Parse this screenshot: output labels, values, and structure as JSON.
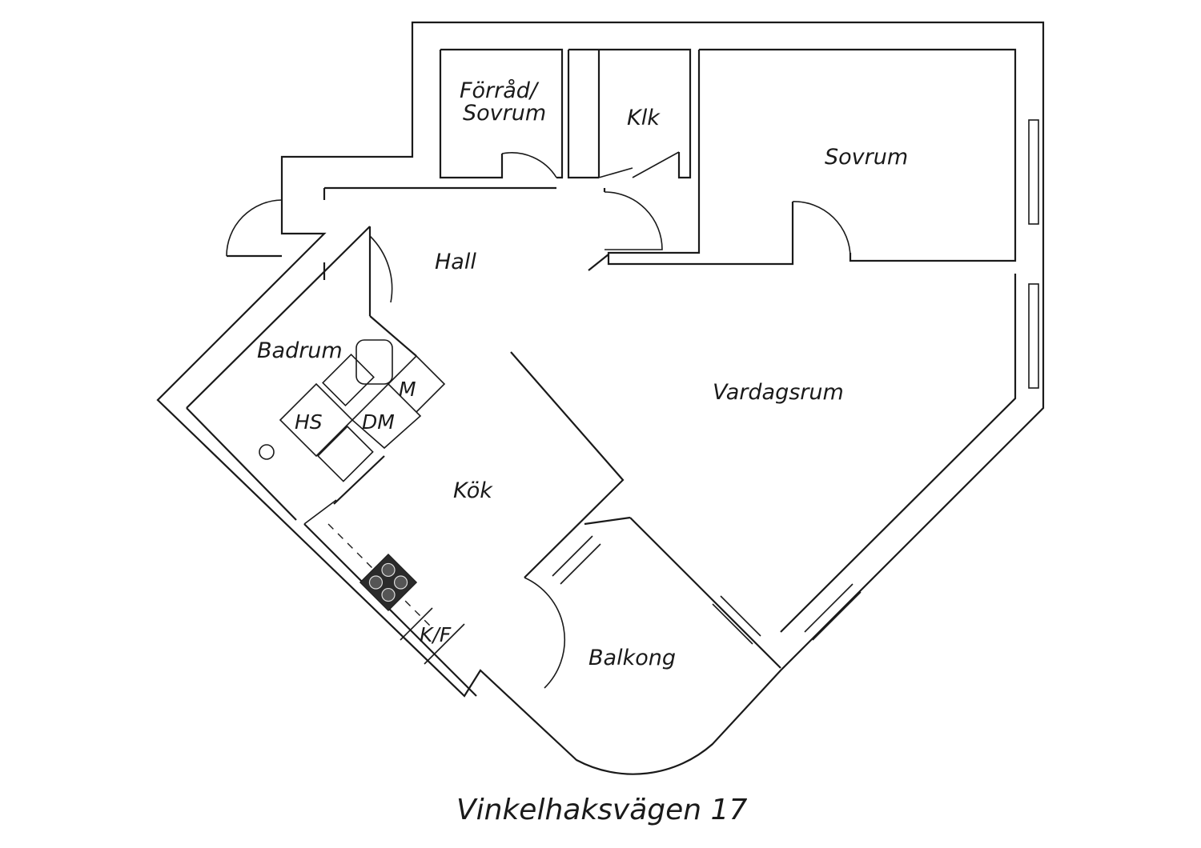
{
  "plan": {
    "address": "Vinkelhaksvägen 17",
    "rooms": {
      "forrad_line1": "Förråd/",
      "forrad_line2": "Sovrum",
      "klk": "Klk",
      "sovrum": "Sovrum",
      "hall": "Hall",
      "badrum": "Badrum",
      "vardagsrum": "Vardagsrum",
      "kok": "Kök",
      "balkong": "Balkong"
    },
    "fixtures": {
      "hs": "HS",
      "dm": "DM",
      "m": "M",
      "kf": "K/F"
    }
  }
}
